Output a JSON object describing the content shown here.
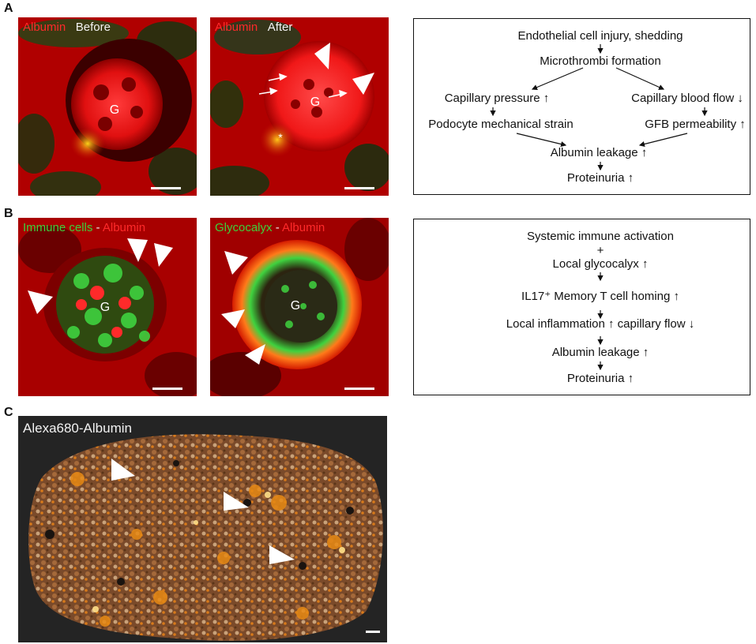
{
  "panels": {
    "a": {
      "letter": "A",
      "image_before": {
        "stain": "Albumin",
        "condition": "Before",
        "glomerulus": "G"
      },
      "image_after": {
        "stain": "Albumin",
        "condition": "After",
        "glomerulus": "G",
        "asterisk": "*"
      },
      "flow": [
        "Endothelial cell injury, shedding",
        "Microthrombi formation",
        "Capillary pressure ↑",
        "Capillary blood flow ↓",
        "Podocyte mechanical strain",
        "GFB permeability ↑",
        "Albumin leakage ↑",
        "Proteinuria ↑"
      ]
    },
    "b": {
      "letter": "B",
      "image_left": {
        "stain_green": "Immune cells",
        "separator": " - ",
        "stain_red": "Albumin",
        "glomerulus": "G"
      },
      "image_right": {
        "stain_green": "Glycocalyx",
        "separator": " - ",
        "stain_red": "Albumin",
        "glomerulus": "G"
      },
      "flow": [
        "Systemic immune activation",
        "+",
        "Local glycocalyx ↑",
        "IL17⁺ Memory T cell homing ↑",
        "Local inflammation ↑  capillary flow ↓",
        "Albumin leakage ↑",
        "Proteinuria ↑"
      ]
    },
    "c": {
      "letter": "C",
      "title": "Alexa680-Albumin"
    }
  },
  "colors": {
    "albumin_red": "#ff2a2a",
    "stain_green": "#3cd23c",
    "tissue_dark": "#5a0000",
    "kidney_bg": "#242424"
  }
}
